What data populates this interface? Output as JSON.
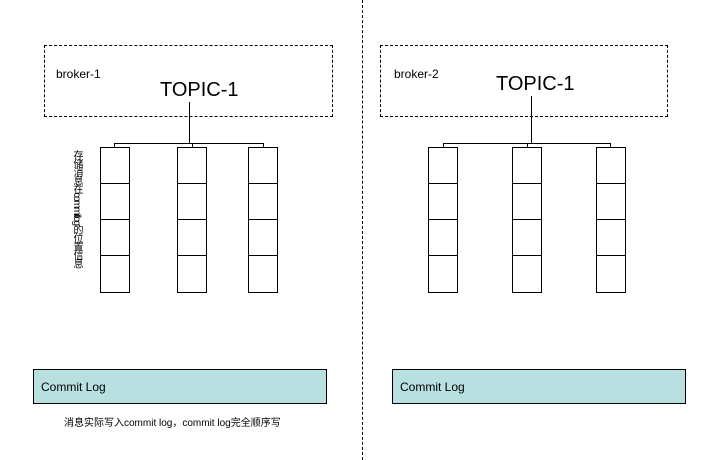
{
  "brokers": [
    {
      "label": "broker-1",
      "topic": "TOPIC-1"
    },
    {
      "label": "broker-2",
      "topic": "TOPIC-1"
    }
  ],
  "queue_note": "存储消息在commitlog的位置信息",
  "commit_log_label": "Commit Log",
  "commit_log_caption": "消息实际写入commit log，commit log完全顺序写"
}
